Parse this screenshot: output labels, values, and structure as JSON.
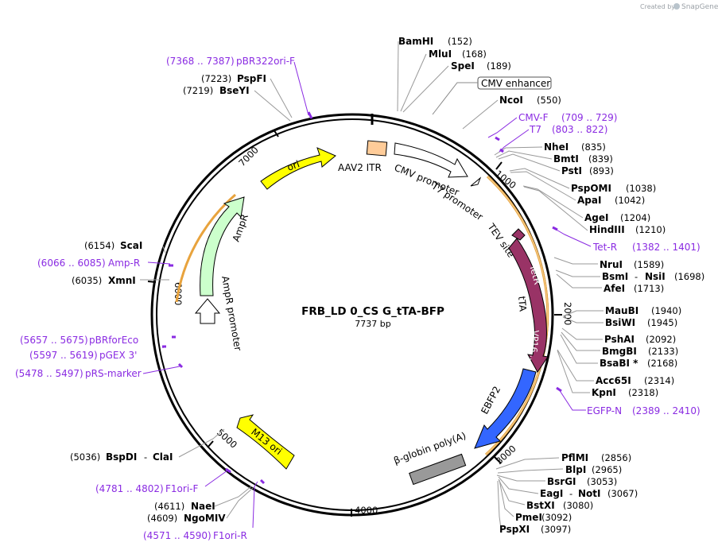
{
  "credit": {
    "prefix": "Created by",
    "brand": "SnapGene"
  },
  "plasmid": {
    "name": "FRB_LD 0_CS G_tTA-BFP",
    "length": "7737 bp"
  },
  "ticks": {
    "t1000": "1000",
    "t2000": "2000",
    "t3000": "3000",
    "t4000": "4000",
    "t5000": "5000",
    "t6000": "6000",
    "t7000": "7000"
  },
  "features": {
    "ori": "ori",
    "aav2_itr": "AAV2 ITR",
    "cmv_promoter": "CMV promoter",
    "t7_promoter": "T7 promoter",
    "cmv_enhancer": "CMV enhancer",
    "tev_site": "TEV site",
    "tetr": "TetR",
    "tta": "tTA",
    "vp16": "VP16...",
    "ebfp2": "EBFP2",
    "bglobin": "β-globin poly(A)",
    "m13ori": "M13 ori",
    "ampr": "AmpR",
    "ampr_promoter": "AmpR promoter"
  },
  "sites": {
    "bamhi": {
      "name": "BamHI",
      "pos": "(152)"
    },
    "mlui": {
      "name": "MluI",
      "pos": "(168)"
    },
    "spei": {
      "name": "SpeI",
      "pos": "(189)"
    },
    "ncoi": {
      "name": "NcoI",
      "pos": "(550)"
    },
    "nhei": {
      "name": "NheI",
      "pos": "(835)"
    },
    "bmti": {
      "name": "BmtI",
      "pos": "(839)"
    },
    "psti": {
      "name": "PstI",
      "pos": "(893)"
    },
    "pspomi": {
      "name": "PspOMI",
      "pos": "(1038)"
    },
    "apai": {
      "name": "ApaI",
      "pos": "(1042)"
    },
    "agei": {
      "name": "AgeI",
      "pos": "(1204)"
    },
    "hindiii": {
      "name": "HindIII",
      "pos": "(1210)"
    },
    "nrui": {
      "name": "NruI",
      "pos": "(1589)"
    },
    "bsmi": {
      "name": "BsmI",
      "pos": ""
    },
    "nsii": {
      "name": "NsiI",
      "pos": "(1698)"
    },
    "afei": {
      "name": "AfeI",
      "pos": "(1713)"
    },
    "maubi": {
      "name": "MauBI",
      "pos": "(1940)"
    },
    "bsiwi": {
      "name": "BsiWI",
      "pos": "(1945)"
    },
    "pshai": {
      "name": "PshAI",
      "pos": "(2092)"
    },
    "bmgbi": {
      "name": "BmgBI",
      "pos": "(2133)"
    },
    "bsabi": {
      "name": "BsaBI *",
      "pos": "(2168)"
    },
    "acc65i": {
      "name": "Acc65I",
      "pos": "(2314)"
    },
    "kpni": {
      "name": "KpnI",
      "pos": "(2318)"
    },
    "pflmi": {
      "name": "PflMI",
      "pos": "(2856)"
    },
    "blpi": {
      "name": "BlpI",
      "pos": "(2965)"
    },
    "bsrgi": {
      "name": "BsrGI",
      "pos": "(3053)"
    },
    "eagi": {
      "name": "EagI",
      "pos": ""
    },
    "noti": {
      "name": "NotI",
      "pos": "(3067)"
    },
    "bstxi": {
      "name": "BstXI",
      "pos": "(3080)"
    },
    "pmei": {
      "name": "PmeI",
      "pos": "(3092)"
    },
    "pspxi": {
      "name": "PspXI",
      "pos": "(3097)"
    },
    "pspfi": {
      "name": "PspFI",
      "pos": "(7223)"
    },
    "bseyi": {
      "name": "BseYI",
      "pos": "(7219)"
    },
    "scai": {
      "name": "ScaI",
      "pos": "(6154)"
    },
    "xmni": {
      "name": "XmnI",
      "pos": "(6035)"
    },
    "bspdi": {
      "name": "BspDI",
      "pos": "(5036)"
    },
    "clai": {
      "name": "ClaI",
      "pos": ""
    },
    "naei": {
      "name": "NaeI",
      "pos": "(4611)"
    },
    "ngomiv": {
      "name": "NgoMIV",
      "pos": "(4609)"
    }
  },
  "dash": "-",
  "primers": {
    "pbr322": {
      "name": "pBR322ori-F",
      "range": "(7368 .. 7387)"
    },
    "cmvf": {
      "name": "CMV-F",
      "range": "(709 .. 729)"
    },
    "t7": {
      "name": "T7",
      "range": "(803 .. 822)"
    },
    "tetr": {
      "name": "Tet-R",
      "range": "(1382 .. 1401)"
    },
    "egfpn": {
      "name": "EGFP-N",
      "range": "(2389 .. 2410)"
    },
    "ampr": {
      "name": "Amp-R",
      "range": "(6066 .. 6085)"
    },
    "pbrforeco": {
      "name": "pBRforEco",
      "range": "(5657 .. 5675)"
    },
    "pgex3": {
      "name": "pGEX 3'",
      "range": "(5597 .. 5619)"
    },
    "prs": {
      "name": "pRS-marker",
      "range": "(5478 .. 5497)"
    },
    "f1orif": {
      "name": "F1ori-F",
      "range": "(4781 .. 4802)"
    },
    "f1orir": {
      "name": "F1ori-R",
      "range": "(4571 .. 4590)"
    }
  },
  "colors": {
    "ori": "#ffff00",
    "aav2_itr": "#ffcc99",
    "tetr": "#993366",
    "ebfp2": "#3366ff",
    "bglobin": "#999999",
    "ampr": "#ccffcc",
    "primer": "#8a2be2",
    "orf": "#e8a33d"
  }
}
